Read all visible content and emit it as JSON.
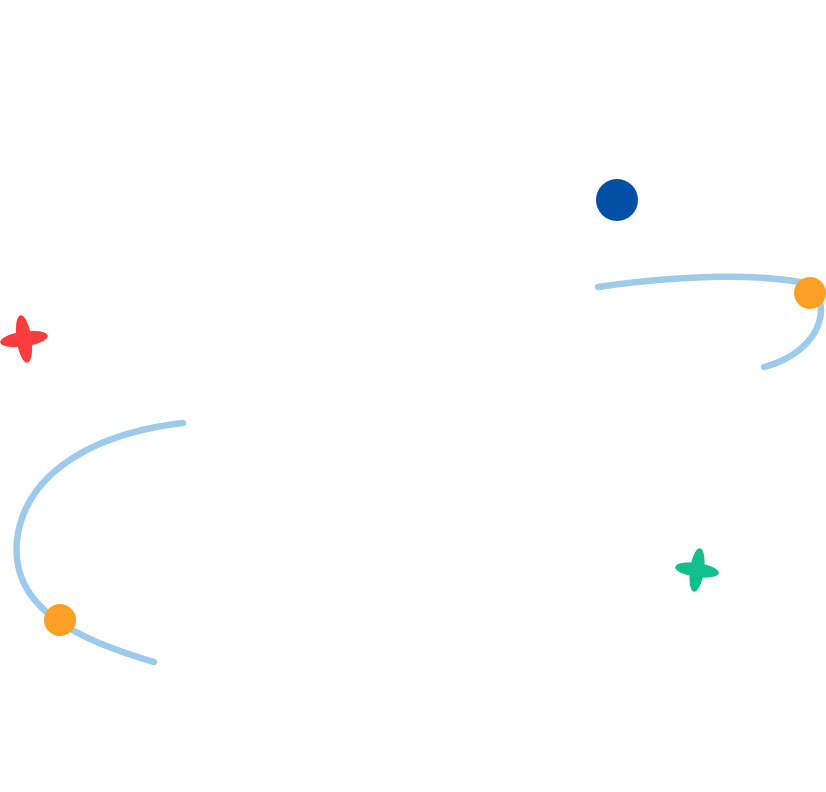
{
  "decorations": {
    "arc_color": "#9ECAEC",
    "dot_orange_color": "#FBA024",
    "dot_blue_color": "#0150A5",
    "sparkle_red_color": "#F93C3C",
    "sparkle_green_color": "#11BF8D",
    "items": [
      {
        "name": "arc-top-right",
        "icon": "curved-line"
      },
      {
        "name": "arc-left",
        "icon": "curved-line"
      },
      {
        "name": "dot-blue",
        "icon": "circle-dot"
      },
      {
        "name": "dot-orange-right",
        "icon": "circle-dot"
      },
      {
        "name": "dot-orange-left",
        "icon": "circle-dot"
      },
      {
        "name": "sparkle-red",
        "icon": "four-point-sparkle"
      },
      {
        "name": "sparkle-green",
        "icon": "four-point-sparkle"
      }
    ]
  }
}
